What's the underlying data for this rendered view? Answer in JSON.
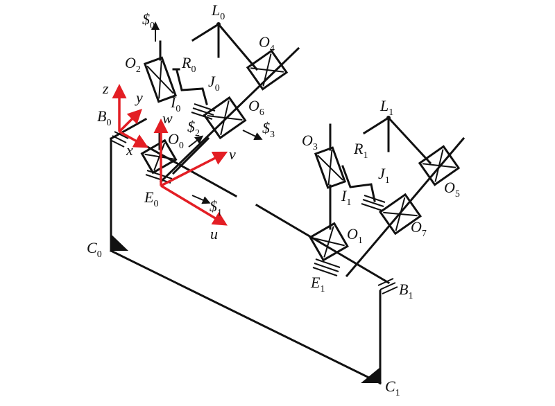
{
  "colors": {
    "frame": "#111111",
    "axes": "#e31e24"
  },
  "labels": {
    "S0": {
      "main": "$",
      "sub": "0"
    },
    "L0": {
      "main": "L",
      "sub": "0"
    },
    "O4": {
      "main": "O",
      "sub": "4"
    },
    "O2": {
      "main": "O",
      "sub": "2"
    },
    "R0": {
      "main": "R",
      "sub": "0"
    },
    "J0": {
      "main": "J",
      "sub": "0"
    },
    "I0": {
      "main": "I",
      "sub": "0"
    },
    "O6": {
      "main": "O",
      "sub": "6"
    },
    "S2": {
      "main": "$",
      "sub": "2"
    },
    "S3": {
      "main": "$",
      "sub": "3"
    },
    "B0": {
      "main": "B",
      "sub": "0"
    },
    "O0": {
      "main": "O",
      "sub": "0"
    },
    "E0": {
      "main": "E",
      "sub": "0"
    },
    "S1": {
      "main": "$",
      "sub": "1"
    },
    "C0": {
      "main": "C",
      "sub": "0"
    },
    "L1": {
      "main": "L",
      "sub": "1"
    },
    "O3": {
      "main": "O",
      "sub": "3"
    },
    "R1": {
      "main": "R",
      "sub": "1"
    },
    "J1": {
      "main": "J",
      "sub": "1"
    },
    "O5": {
      "main": "O",
      "sub": "5"
    },
    "I1": {
      "main": "I",
      "sub": "1"
    },
    "O7": {
      "main": "O",
      "sub": "7"
    },
    "O1": {
      "main": "O",
      "sub": "1"
    },
    "E1": {
      "main": "E",
      "sub": "1"
    },
    "B1": {
      "main": "B",
      "sub": "1"
    },
    "C1": {
      "main": "C",
      "sub": "1"
    }
  },
  "axes": {
    "z": "z",
    "y": "y",
    "x": "x",
    "w": "w",
    "v": "v",
    "u": "u"
  }
}
